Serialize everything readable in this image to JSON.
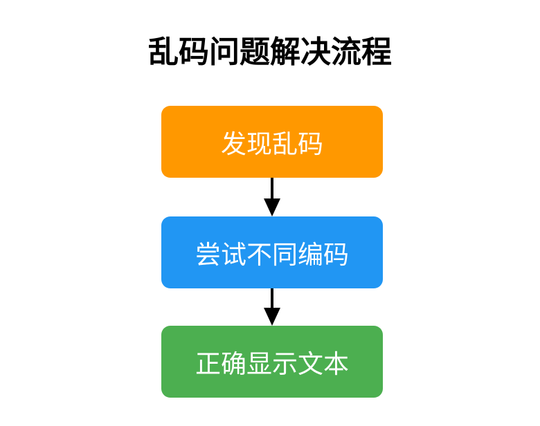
{
  "title": "乱码问题解决流程",
  "flowchart": {
    "background": "#FFFFFF",
    "arrow_color": "#000000",
    "node_text_color": "#FFFFFF",
    "direction": "top-down",
    "nodes": [
      {
        "id": "step-1",
        "label": "发现乱码",
        "color": "#FF9800"
      },
      {
        "id": "step-2",
        "label": "尝试不同编码",
        "color": "#2196F3"
      },
      {
        "id": "step-3",
        "label": "正确显示文本",
        "color": "#4CAF50"
      }
    ],
    "edges": [
      {
        "from": "step-1",
        "to": "step-2"
      },
      {
        "from": "step-2",
        "to": "step-3"
      }
    ]
  }
}
